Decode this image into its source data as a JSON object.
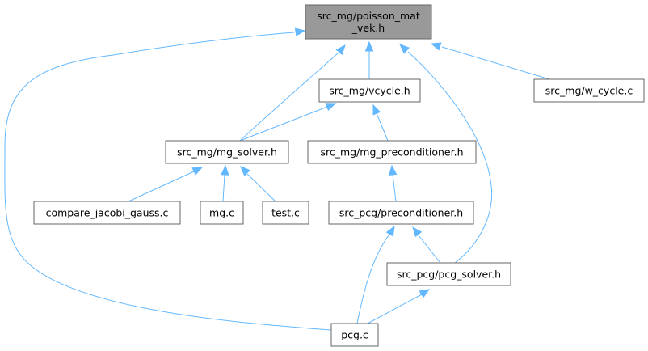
{
  "graph": {
    "nodes": {
      "root": {
        "lines": [
          "src_mg/poisson_mat",
          "_vek.h"
        ]
      },
      "vcycle": {
        "lines": [
          "src_mg/vcycle.h"
        ]
      },
      "wcycle": {
        "lines": [
          "src_mg/w_cycle.c"
        ]
      },
      "mgsolver": {
        "lines": [
          "src_mg/mg_solver.h"
        ]
      },
      "mgprecond": {
        "lines": [
          "src_mg/mg_preconditioner.h"
        ]
      },
      "compare": {
        "lines": [
          "compare_jacobi_gauss.c"
        ]
      },
      "mgc": {
        "lines": [
          "mg.c"
        ]
      },
      "test": {
        "lines": [
          "test.c"
        ]
      },
      "pcgprecond": {
        "lines": [
          "src_pcg/preconditioner.h"
        ]
      },
      "pcgsolver": {
        "lines": [
          "src_pcg/pcg_solver.h"
        ]
      },
      "pcgc": {
        "lines": [
          "pcg.c"
        ]
      }
    },
    "edges": [
      {
        "from": "vcycle",
        "to": "root"
      },
      {
        "from": "wcycle",
        "to": "root"
      },
      {
        "from": "mgsolver",
        "to": "root"
      },
      {
        "from": "pcgsolver",
        "to": "root"
      },
      {
        "from": "pcgc",
        "to": "root"
      },
      {
        "from": "mgsolver",
        "to": "vcycle"
      },
      {
        "from": "mgprecond",
        "to": "vcycle"
      },
      {
        "from": "compare",
        "to": "mgsolver"
      },
      {
        "from": "mgc",
        "to": "mgsolver"
      },
      {
        "from": "test",
        "to": "mgsolver"
      },
      {
        "from": "pcgprecond",
        "to": "mgprecond"
      },
      {
        "from": "pcgsolver",
        "to": "pcgprecond"
      },
      {
        "from": "pcgc",
        "to": "pcgprecond"
      },
      {
        "from": "pcgc",
        "to": "pcgsolver"
      }
    ],
    "colors": {
      "edge": "#63b8ff",
      "border": "#666666",
      "root_fill": "#999999"
    }
  }
}
